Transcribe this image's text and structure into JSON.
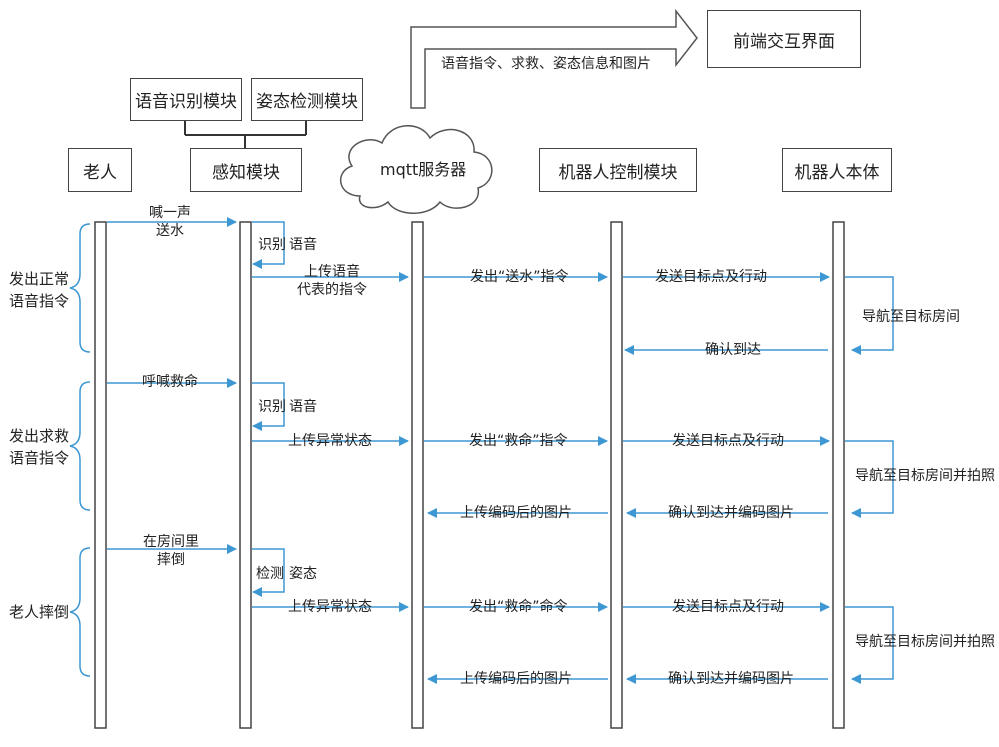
{
  "top": {
    "frontend_box": "前端交互界面",
    "upload_note": "语音指令、求救、姿态信息和图片",
    "voice_module": "语音识别模块",
    "pose_module": "姿态检测模块"
  },
  "participants": {
    "elder": "老人",
    "perception": "感知模块",
    "mqtt": "mqtt服务器",
    "control": "机器人控制模块",
    "robot": "机器人本体"
  },
  "phases": {
    "normal": [
      "发出正常",
      "语音指令"
    ],
    "rescue": [
      "发出求救",
      "语音指令"
    ],
    "fall": "老人摔倒"
  },
  "messages": {
    "m1": [
      "喊一声",
      "送水"
    ],
    "m1_self_a": "识别",
    "m1_self_b": "语音",
    "m2": [
      "上传语音",
      "代表的指令"
    ],
    "m3": "发出“送水”指令",
    "m4": "发送目标点及行动",
    "m5": "导航至目标房间",
    "m6": "确认到达",
    "m7": "呼喊救命",
    "m7_self_a": "识别",
    "m7_self_b": "语音",
    "m8": "上传异常状态",
    "m9": "发出“救命”指令",
    "m10": "发送目标点及行动",
    "m11": "导航至目标房间并拍照",
    "m12": "上传编码后的图片",
    "m13": "确认到达并编码图片",
    "m14": [
      "在房间里",
      "摔倒"
    ],
    "m14_self_a": "检测",
    "m14_self_b": "姿态",
    "m15": "上传异常状态",
    "m16": "发出“救命”命令",
    "m17": "发送目标点及行动",
    "m18": "导航至目标房间并拍照",
    "m19": "上传编码后的图片",
    "m20": "确认到达并编码图片"
  },
  "colors": {
    "arrow": "#3d97d3",
    "line": "#444444"
  }
}
